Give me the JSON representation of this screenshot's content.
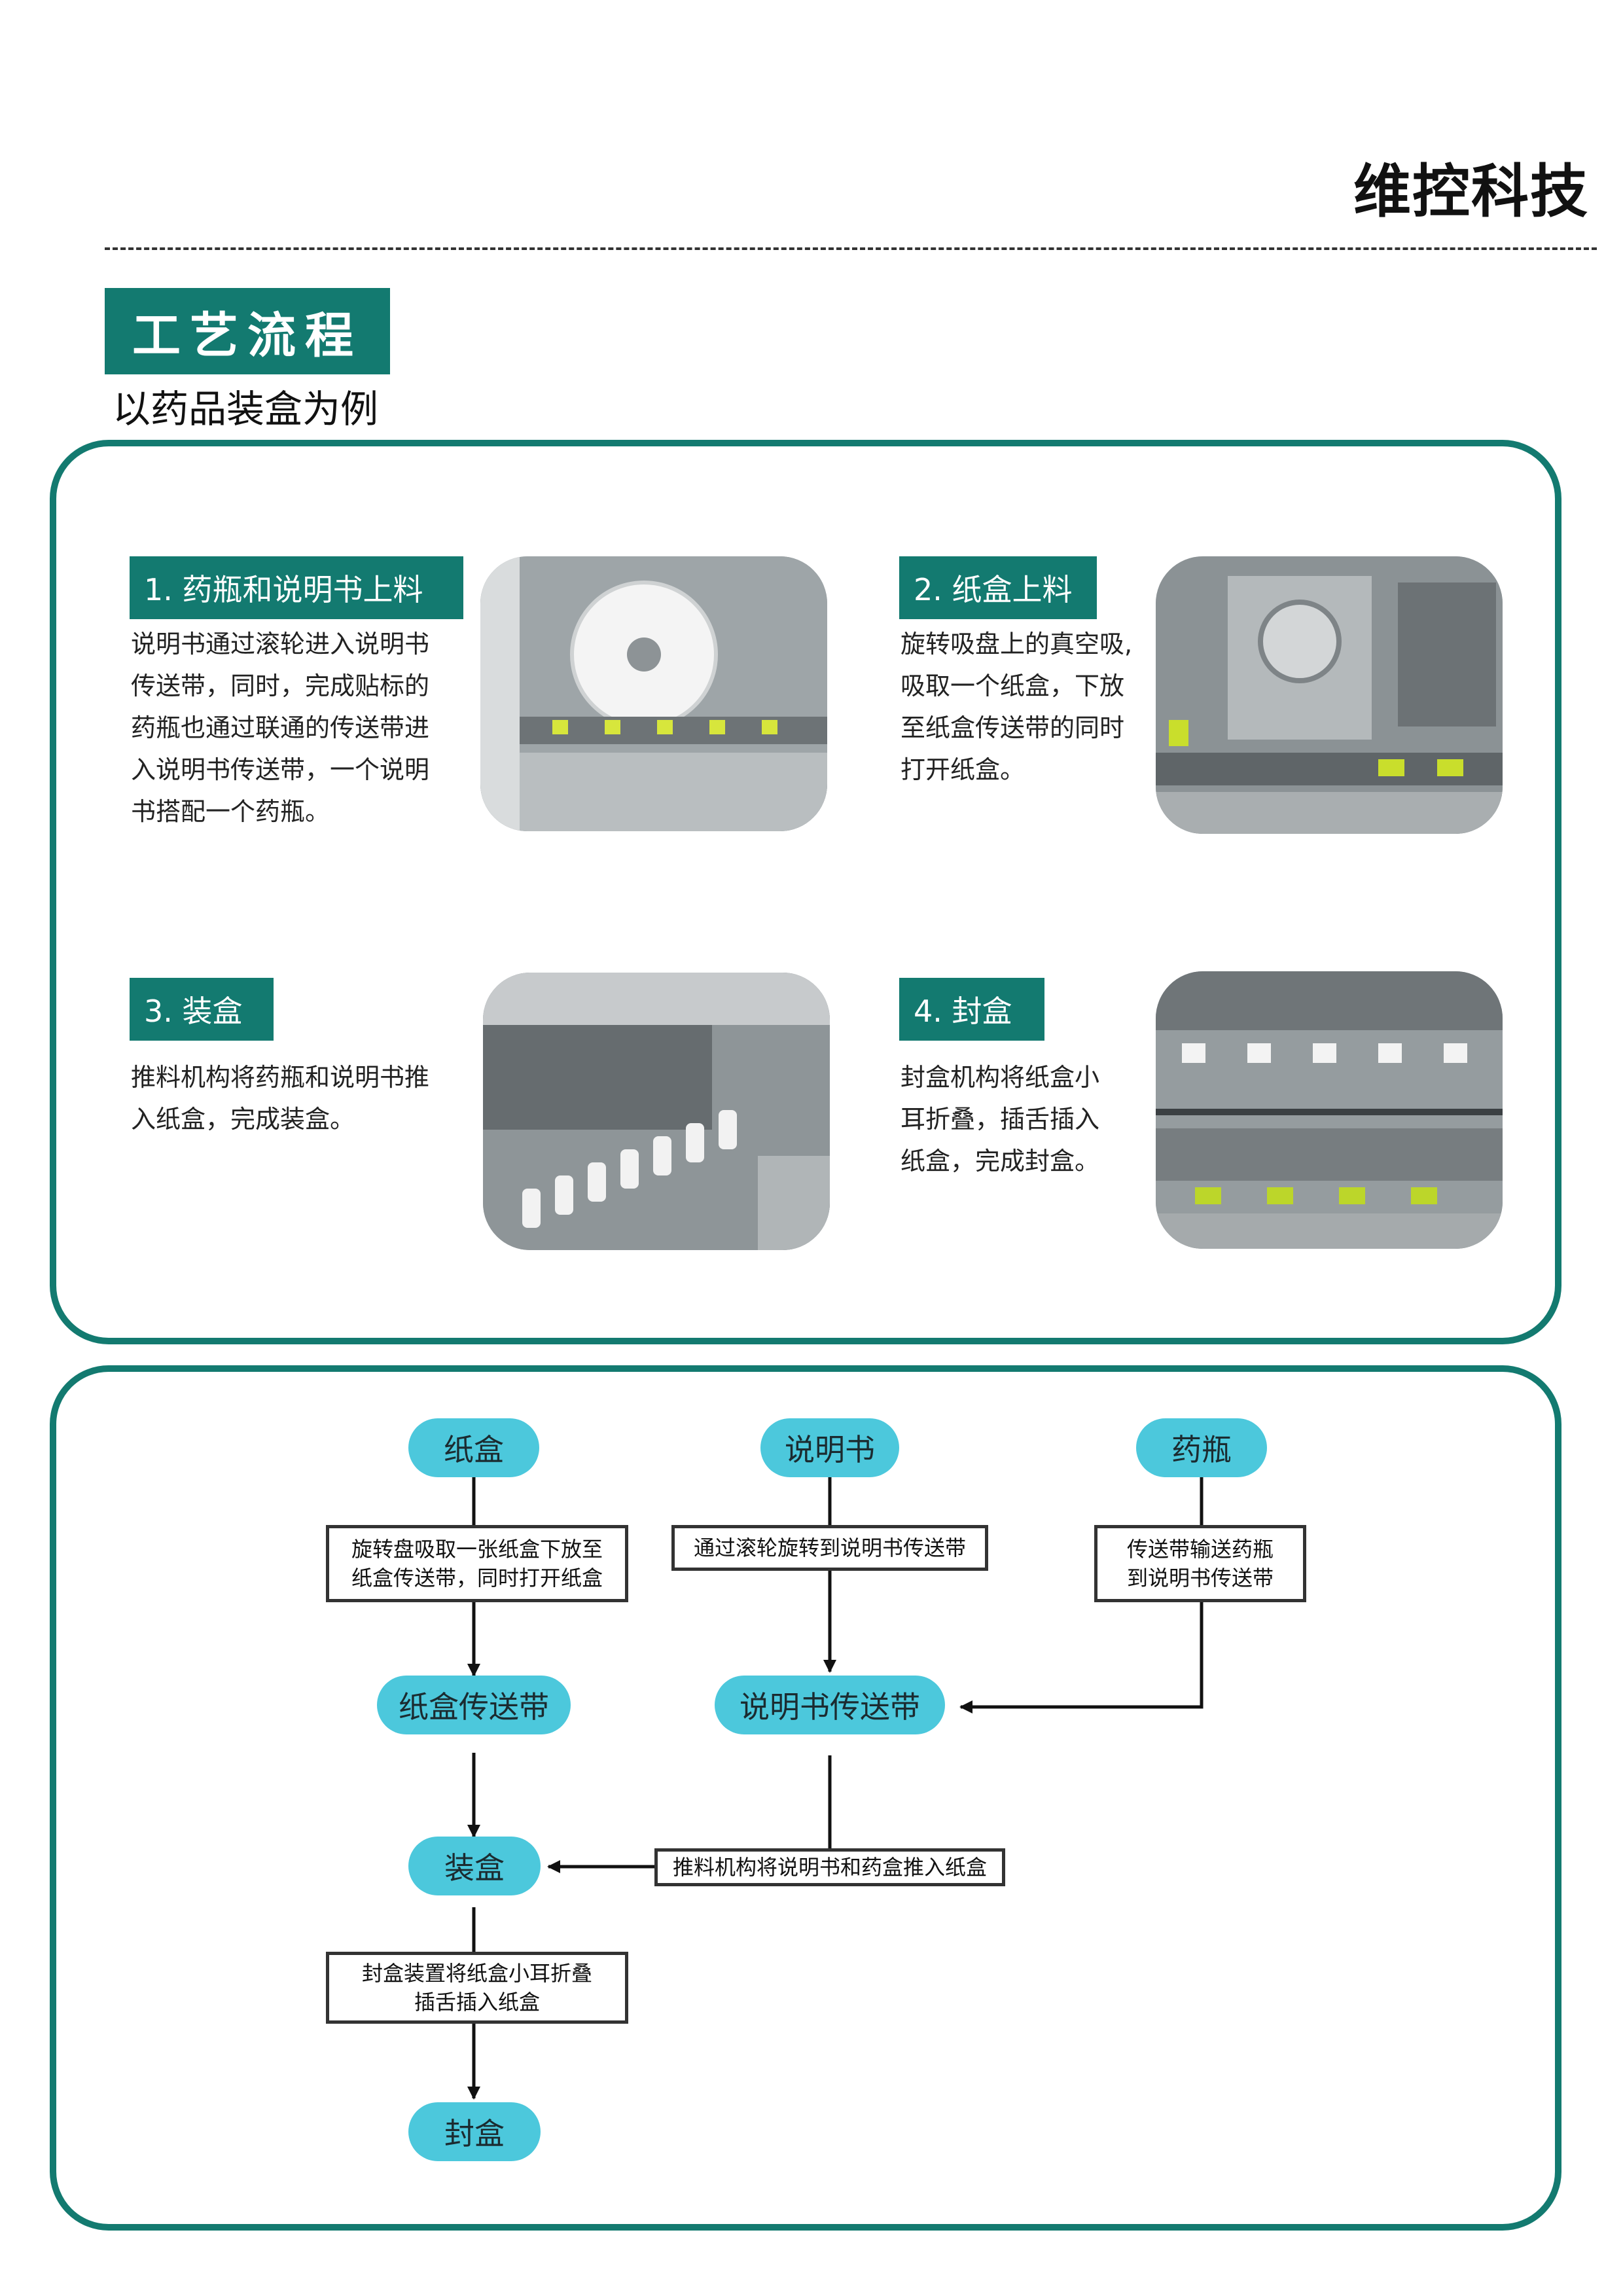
{
  "header": {
    "brand": "维控科技"
  },
  "section": {
    "tag": "工艺流程",
    "subtitle": "以药品装盒为例"
  },
  "steps": [
    {
      "title": "1. 药瓶和说明书上料",
      "lines": [
        "说明书通过滚轮进入说明书",
        "传送带，同时，完成贴标的",
        "药瓶也通过联通的传送带进",
        "入说明书传送带，一个说明",
        "书搭配一个药瓶。"
      ]
    },
    {
      "title": "2. 纸盒上料",
      "lines": [
        "旋转吸盘上的真空吸,",
        "吸取一个纸盒，下放",
        "至纸盒传送带的同时",
        "打开纸盒。"
      ]
    },
    {
      "title": "3. 装盒",
      "lines": [
        "推料机构将药瓶和说明书推",
        "入纸盒，完成装盒。"
      ]
    },
    {
      "title": "4. 封盒",
      "lines": [
        "封盒机构将纸盒小",
        "耳折叠，插舌插入",
        "纸盒，完成封盒。"
      ]
    }
  ],
  "flow": {
    "carton": "纸盒",
    "manual": "说明书",
    "bottle": "药瓶",
    "box_carton": [
      "旋转盘吸取一张纸盒下放至",
      "纸盒传送带，同时打开纸盒"
    ],
    "box_manual": "通过滚轮旋转到说明书传送带",
    "box_bottle": [
      "传送带输送药瓶",
      "到说明书传送带"
    ],
    "carton_belt": "纸盒传送带",
    "manual_belt": "说明书传送带",
    "boxing": "装盒",
    "box_push": "推料机构将说明书和药盒推入纸盒",
    "box_seal": [
      "封盒装置将纸盒小耳折叠",
      "插舌插入纸盒"
    ],
    "sealing": "封盒"
  }
}
